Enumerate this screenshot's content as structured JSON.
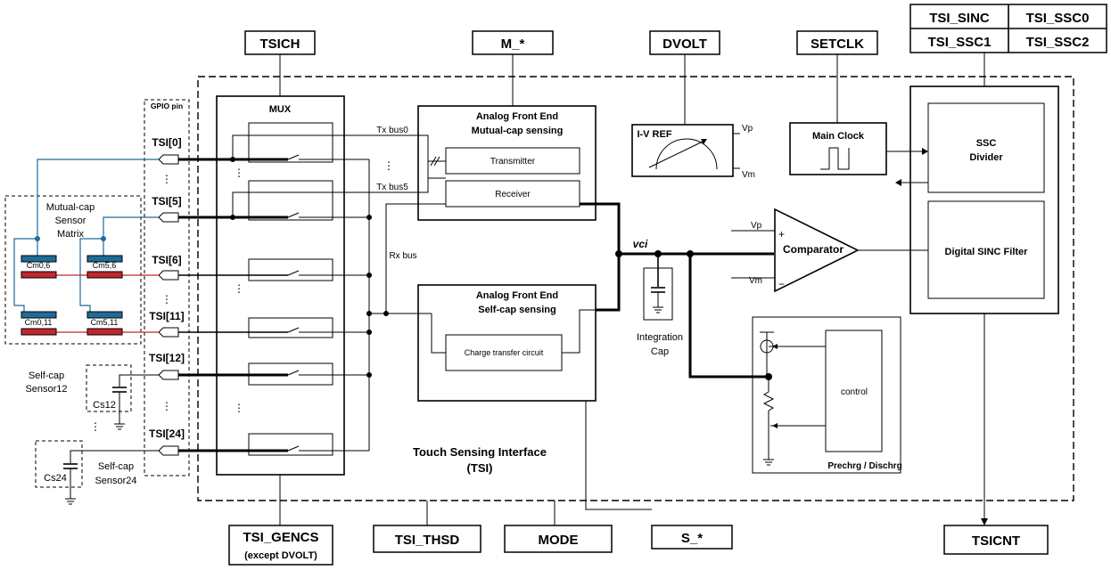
{
  "registers": {
    "tsich": "TSICH",
    "m": "M_*",
    "dvolt": "DVOLT",
    "setclk": "SETCLK",
    "tsi_sinc": "TSI_SINC",
    "tsi_ssc0": "TSI_SSC0",
    "tsi_ssc1": "TSI_SSC1",
    "tsi_ssc2": "TSI_SSC2",
    "tsi_gencs": "TSI_GENCS",
    "tsi_gencs_note": "(except DVOLT)",
    "tsi_thsd": "TSI_THSD",
    "mode": "MODE",
    "s": "S_*",
    "tsicnt": "TSICNT"
  },
  "gpio": {
    "header": "GPIO pin",
    "pins": [
      "TSI[0]",
      "TSI[5]",
      "TSI[6]",
      "TSI[11]",
      "TSI[12]",
      "TSI[24]"
    ]
  },
  "mux": {
    "label": "MUX"
  },
  "afe_mutual": {
    "title": "Analog Front End",
    "subtitle": "Mutual-cap sensing",
    "transmitter": "Transmitter",
    "receiver": "Receiver"
  },
  "afe_self": {
    "title": "Analog Front End",
    "subtitle": "Self-cap sensing",
    "charge_transfer": "Charge transfer circuit"
  },
  "buses": {
    "tx_bus0": "Tx bus0",
    "tx_bus5": "Tx bus5",
    "rx_bus": "Rx bus"
  },
  "ivref": {
    "label": "I-V REF",
    "vp": "Vp",
    "vm": "Vm"
  },
  "main_clock": {
    "label": "Main Clock"
  },
  "ssc_divider": {
    "line1": "SSC",
    "line2": "Divider"
  },
  "sinc_filter": {
    "label": "Digital SINC Filter"
  },
  "comparator": {
    "label": "Comparator",
    "vp": "Vp",
    "vm": "Vm",
    "plus": "+",
    "minus": "−"
  },
  "vci": "vci",
  "integration_cap": {
    "line1": "Integration",
    "line2": "Cap"
  },
  "precharge": {
    "control": "control",
    "label": "Prechrg / Dischrg"
  },
  "tsi_caption": {
    "line1": "Touch Sensing Interface",
    "line2": "(TSI)"
  },
  "mutual_matrix": {
    "line1": "Mutual-cap",
    "line2": "Sensor",
    "line3": "Matrix",
    "electrodes": [
      "Cm0,6",
      "Cm5,6",
      "Cm0,11",
      "Cm5,11"
    ]
  },
  "self_sensor12": {
    "line1": "Self-cap",
    "line2": "Sensor12",
    "cap": "Cs12"
  },
  "self_sensor24": {
    "line1": "Self-cap",
    "line2": "Sensor24",
    "cap": "Cs24"
  },
  "colors": {
    "tx_line": "#1f6b9a",
    "rx_line": "#c0282c",
    "electrode_tx": "#1f6b9a",
    "electrode_rx": "#c0282c"
  }
}
